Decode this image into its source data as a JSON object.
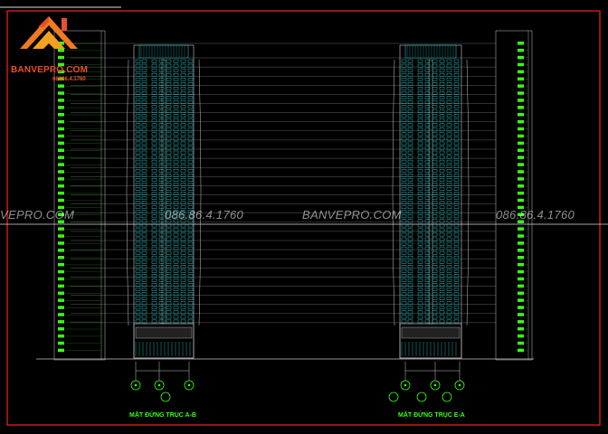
{
  "logo": {
    "brand": "BANVEPRO.COM",
    "phone": "08686.4.1760"
  },
  "watermarks": {
    "left_fragment": "VEPRO.COM",
    "phone_left": "086.86.4.1760",
    "center_brand": "BANVEPRO.COM",
    "phone_right": "086.86.4.1760"
  },
  "captions": {
    "left_elevation": "MẶT ĐỨNG TRỤC A-B",
    "right_elevation": "MẶT ĐỨNG TRỤC E-A"
  },
  "colors": {
    "background": "#000000",
    "frame": "#ff2020",
    "level_lines": "#c8c8c8",
    "window_cyan": "#2fd3d3",
    "annotation_green": "#39ff14",
    "logo_orange": "#e8502a"
  }
}
